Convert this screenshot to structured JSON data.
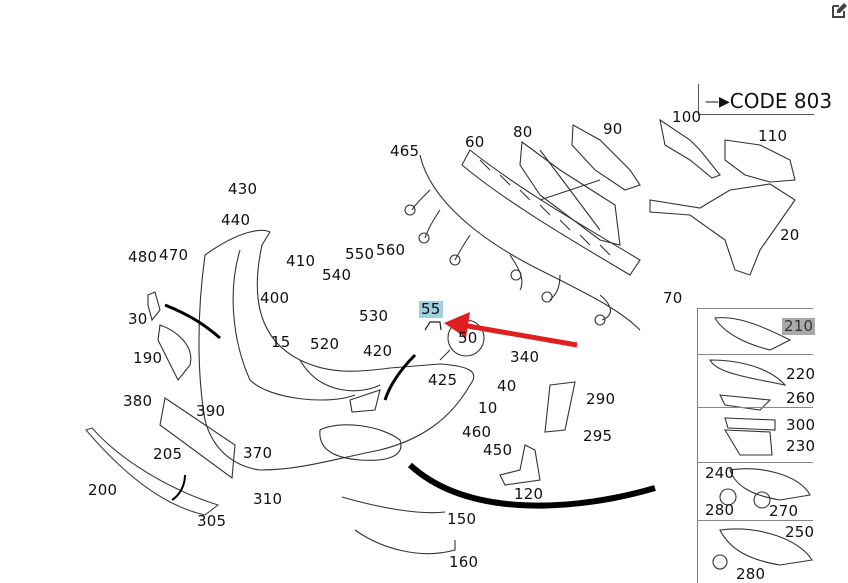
{
  "diagram": {
    "title_code": "CODE 803",
    "code_arrow_icon": "right-triangle-arrow",
    "highlighted_part": "55",
    "callouts": {
      "p465": "465",
      "p60": "60",
      "p80": "80",
      "p90": "90",
      "p100": "100",
      "p110": "110",
      "p20": "20",
      "p70": "70",
      "p430": "430",
      "p440": "440",
      "p480": "480",
      "p470": "470",
      "p410": "410",
      "p400": "400",
      "p550": "550",
      "p560": "560",
      "p540": "540",
      "p530": "530",
      "p520": "520",
      "p30": "30",
      "p190": "190",
      "p15": "15",
      "p420": "420",
      "p55": "55",
      "p50": "50",
      "p340": "340",
      "p425": "425",
      "p40": "40",
      "p10": "10",
      "p380": "380",
      "p390": "390",
      "p370": "370",
      "p205": "205",
      "p200": "200",
      "p310": "310",
      "p305": "305",
      "p150": "150",
      "p160": "160",
      "p290": "290",
      "p295": "295",
      "p460": "460",
      "p450": "450",
      "p120": "120"
    },
    "variant_panel": [
      {
        "labels": [
          "210"
        ],
        "highlighted": "210"
      },
      {
        "labels": [
          "220",
          "260"
        ]
      },
      {
        "labels": [
          "300",
          "230"
        ]
      },
      {
        "labels": [
          "240",
          "280",
          "270"
        ]
      },
      {
        "labels": [
          "250",
          "280"
        ]
      }
    ],
    "colors": {
      "pointer_arrow": "#e02020",
      "highlight_blue": "#9fd0e0",
      "highlight_gray": "#a9a9a9",
      "line_art": "#222222"
    }
  },
  "toolbar": {
    "edit_icon": "edit-icon"
  }
}
